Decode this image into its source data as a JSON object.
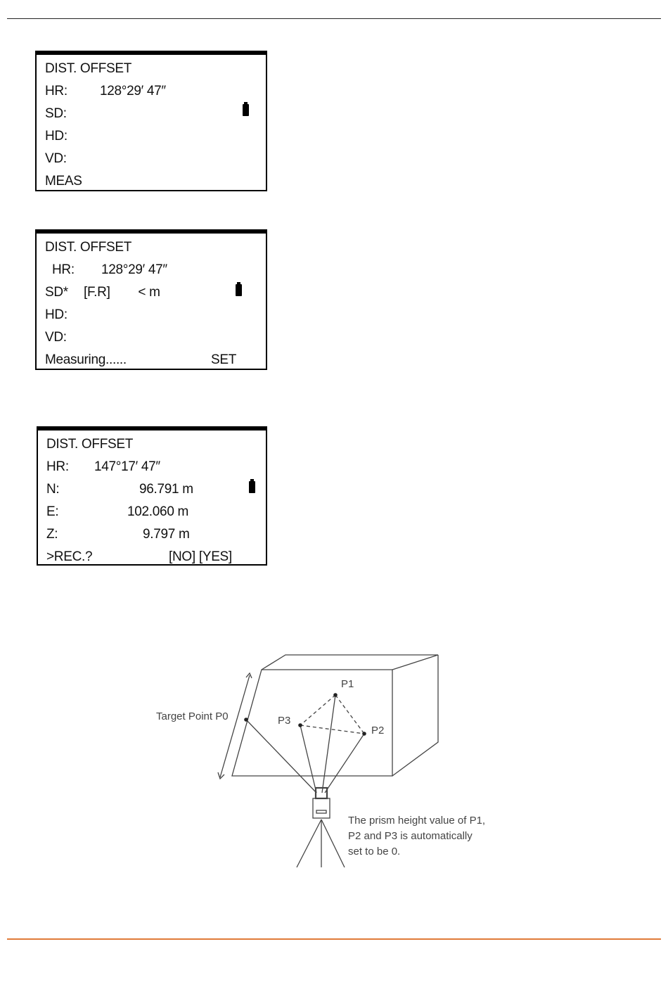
{
  "screens": [
    {
      "title": "DIST. OFFSET",
      "lines": [
        {
          "label": "HR:",
          "value": "128°29′ 47″"
        },
        {
          "label": "SD:",
          "value": ""
        },
        {
          "label": "HD:",
          "value": ""
        },
        {
          "label": "VD:",
          "value": ""
        }
      ],
      "footer_left": "MEAS",
      "footer_right": ""
    },
    {
      "title": "DIST. OFFSET",
      "lines": [
        {
          "label": "HR:",
          "value": "128°29′ 47″"
        },
        {
          "label": "SD*",
          "value": "[F.R]        < m"
        },
        {
          "label": "HD:",
          "value": ""
        },
        {
          "label": "VD:",
          "value": ""
        }
      ],
      "footer_left": "Measuring......",
      "footer_right": "SET"
    },
    {
      "title": "DIST. OFFSET",
      "lines": [
        {
          "label": "HR:",
          "value": "147°17′ 47″"
        },
        {
          "label": "N:",
          "value": "96.791 m"
        },
        {
          "label": "E:",
          "value": "102.060 m"
        },
        {
          "label": "Z:",
          "value": "9.797 m"
        }
      ],
      "footer_left": ">REC.?",
      "footer_right": "[NO] [YES]"
    }
  ],
  "figure": {
    "target_label": "Target Point P0",
    "p1": "P1",
    "p2": "P2",
    "p3": "P3",
    "note_line1": "The prism height value of P1,",
    "note_line2": "P2 and P3 is automatically",
    "note_line3": "set to be 0."
  },
  "colors": {
    "footer_rule": "#e07b39",
    "screen_border": "#000000"
  }
}
